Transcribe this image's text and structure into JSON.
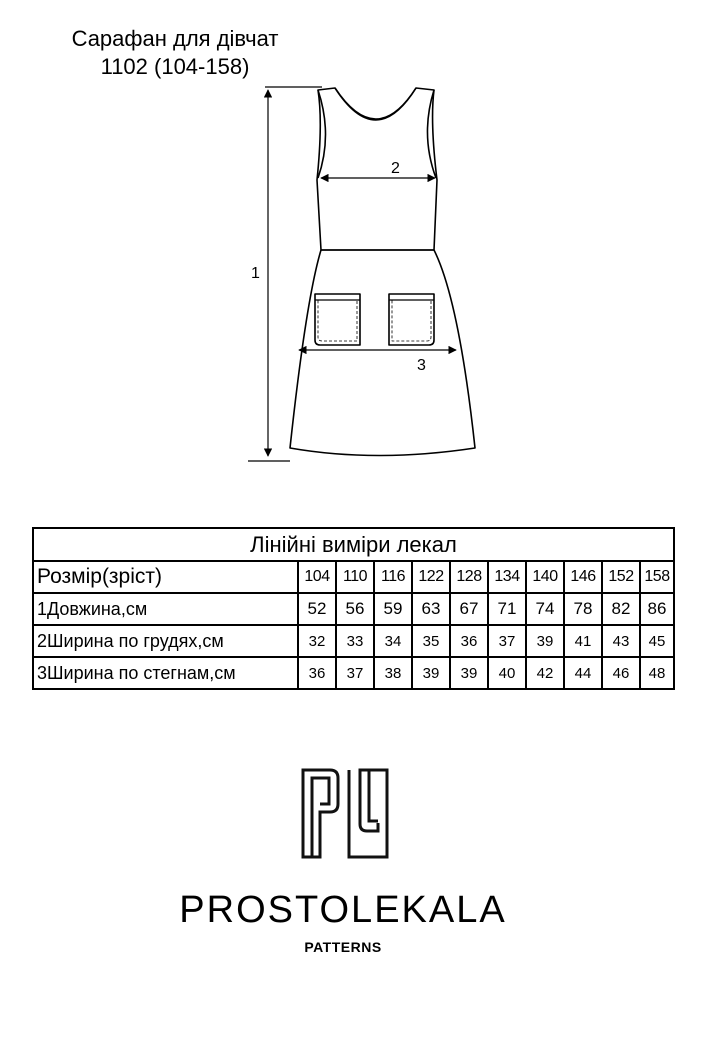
{
  "title": {
    "line1": "Сарафан для дівчат",
    "line2": "1102 (104-158)"
  },
  "drawing": {
    "dimension_labels": [
      "1",
      "2",
      "3"
    ]
  },
  "table": {
    "heading": "Лінійні виміри лекал",
    "size_label": "Розмір(зріст)",
    "sizes": [
      "104",
      "110",
      "116",
      "122",
      "128",
      "134",
      "140",
      "146",
      "152",
      "158"
    ],
    "rows": [
      {
        "label": "1Довжина,см",
        "values": [
          "52",
          "56",
          "59",
          "63",
          "67",
          "71",
          "74",
          "78",
          "82",
          "86"
        ]
      },
      {
        "label": "2Ширина по грудях,см",
        "values": [
          "32",
          "33",
          "34",
          "35",
          "36",
          "37",
          "39",
          "41",
          "43",
          "45"
        ]
      },
      {
        "label": "3Ширина по стегнам,см",
        "values": [
          "36",
          "37",
          "38",
          "39",
          "39",
          "40",
          "42",
          "44",
          "46",
          "48"
        ]
      }
    ]
  },
  "brand": {
    "name": "PROSTOLEKALA",
    "subtitle": "PATTERNS"
  }
}
